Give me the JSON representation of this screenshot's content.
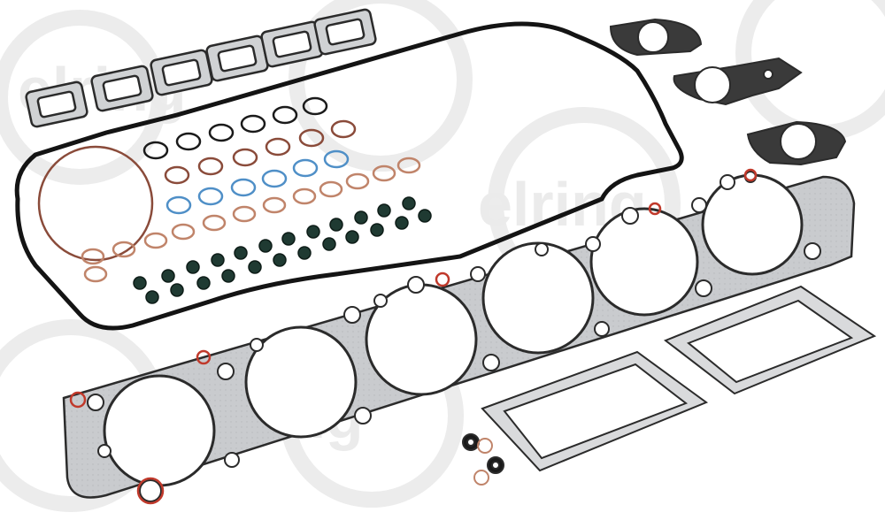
{
  "watermark": {
    "text": "elring"
  },
  "colors": {
    "background": "#ffffff",
    "gasket_metal": "#c7c9cc",
    "gasket_outline": "#2b2b2b",
    "rubber_black": "#141414",
    "oring_brown": "#8a4b3a",
    "oring_blue": "#4f8fc7",
    "oring_red": "#c0392b",
    "valve_seal_green": "#1f3a32",
    "watermark": "#e9e9e9"
  },
  "photo": {
    "subject": "cylinder-head-gasket-set",
    "components": [
      "cylinder-head-gasket",
      "valve-cover-gasket",
      "exhaust-manifold-gaskets",
      "flange-gaskets",
      "rectangular-cover-gaskets",
      "o-rings",
      "valve-stem-seals",
      "sealing-washers"
    ]
  }
}
